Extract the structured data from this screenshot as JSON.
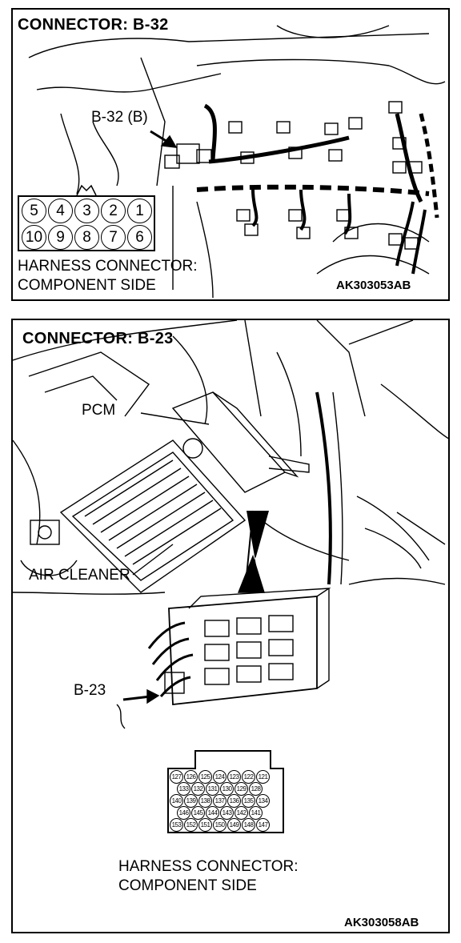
{
  "panel1": {
    "title": "CONNECTOR: B-32",
    "callout": "B-32 (B)",
    "pins_top": [
      "5",
      "4",
      "3",
      "2",
      "1"
    ],
    "pins_bottom": [
      "10",
      "9",
      "8",
      "7",
      "6"
    ],
    "harness_line1": "HARNESS CONNECTOR:",
    "harness_line2": "COMPONENT SIDE",
    "code": "AK303053AB"
  },
  "panel2": {
    "title": "CONNECTOR: B-23",
    "pcm_label": "PCM",
    "air_cleaner_label": "AIR CLEANER",
    "callout": "B-23",
    "pin_rows": [
      [
        "127",
        "126",
        "125",
        "124",
        "123",
        "122",
        "121"
      ],
      [
        "133",
        "132",
        "131",
        "130",
        "129",
        "128"
      ],
      [
        "140",
        "139",
        "138",
        "137",
        "136",
        "135",
        "134"
      ],
      [
        "146",
        "145",
        "144",
        "143",
        "142",
        "141"
      ],
      [
        "153",
        "152",
        "151",
        "150",
        "149",
        "148",
        "147"
      ]
    ],
    "harness_line1": "HARNESS CONNECTOR:",
    "harness_line2": "COMPONENT SIDE",
    "code": "AK303058AB"
  }
}
